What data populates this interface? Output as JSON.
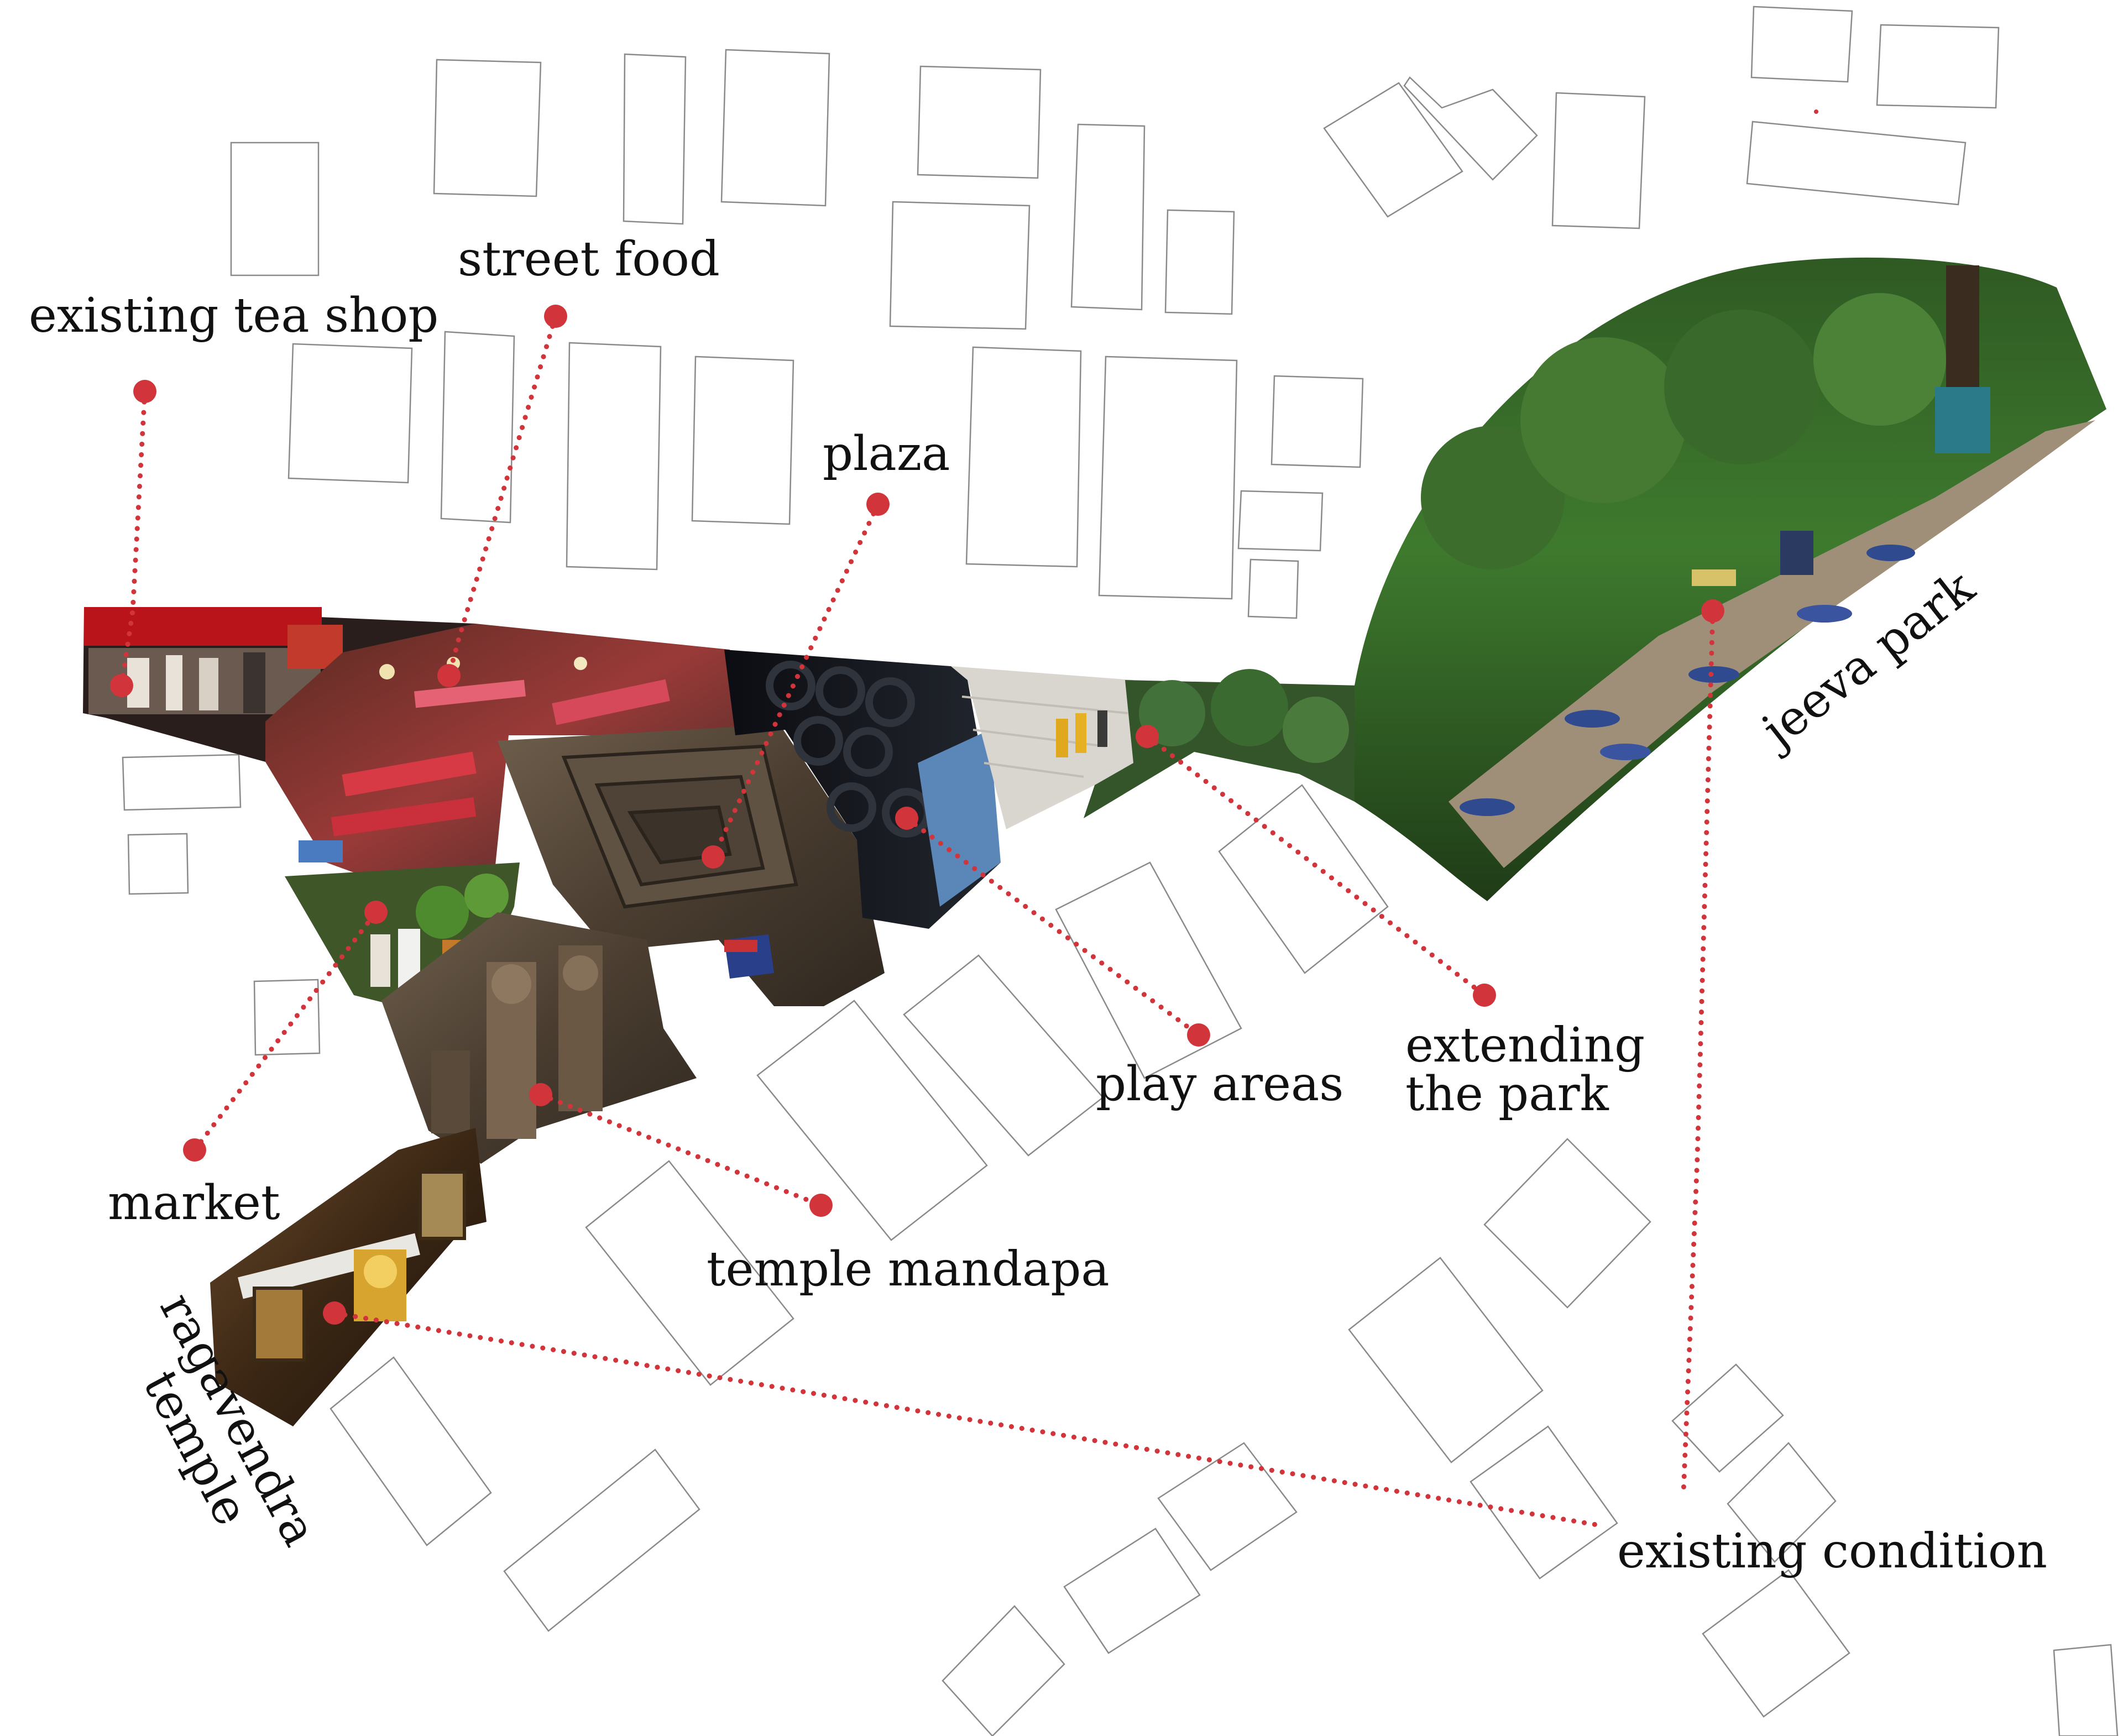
{
  "labels": {
    "tea_shop": "existing tea shop",
    "street_food": "street food",
    "plaza": "plaza",
    "jeeva_park": "jeeva park",
    "market": "market",
    "temple_mandapa": "temple mandapa",
    "play_areas": "play areas",
    "extending_1": "extending",
    "extending_2": "the park",
    "ragavendra_1": "ragavendra",
    "ragavendra_2": "temple",
    "existing_condition": "existing condition"
  },
  "colors": {
    "marker": "#d1353b",
    "building_outline": "#8a8a8a",
    "label_text": "#111111"
  }
}
